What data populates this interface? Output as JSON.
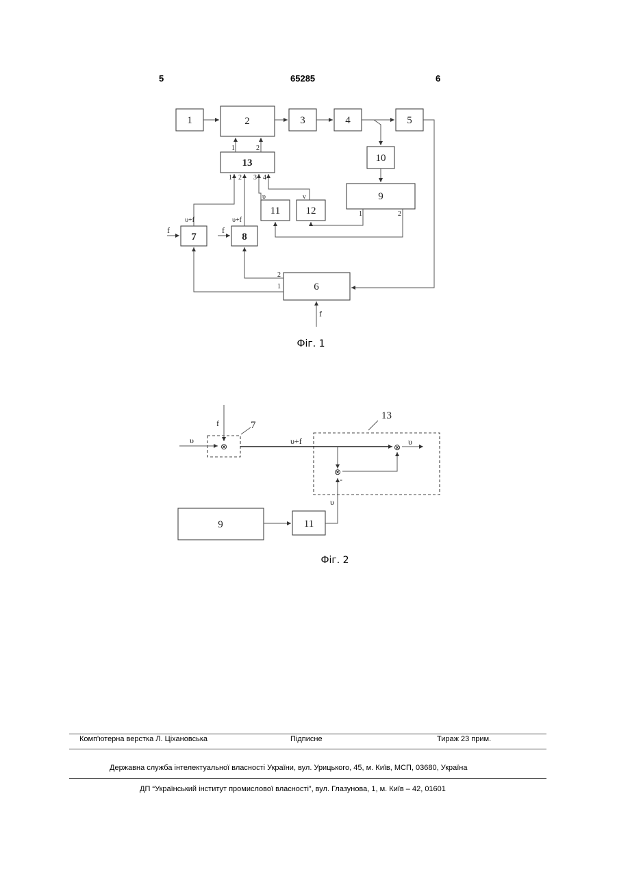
{
  "header": {
    "page_left": "5",
    "patent_number": "65285",
    "page_right": "6"
  },
  "figure1": {
    "caption": "Фіг. 1",
    "blocks": [
      "1",
      "2",
      "3",
      "4",
      "5",
      "6",
      "7",
      "8",
      "9",
      "10",
      "11",
      "12",
      "13"
    ],
    "labels": {
      "in13_1": "1",
      "in13_2": "2",
      "in13_3": "3",
      "in13_4": "4",
      "out13_1": "1",
      "out13_2": "2",
      "v_11": "υ",
      "v_12": "ν",
      "vf_7": "υ+f",
      "vf_8": "υ+f",
      "f_7": "f",
      "f_8": "f",
      "f_6": "f",
      "out9_1": "1",
      "out9_2": "2",
      "out6_1": "1",
      "out6_2": "2"
    }
  },
  "figure2": {
    "caption": "Фіг. 2",
    "blocks": {
      "b7": "7",
      "b13": "13",
      "b9": "9",
      "b11": "11"
    },
    "labels": {
      "v_in": "υ",
      "f_in": "f",
      "vf": "υ+f",
      "v_out": "υ",
      "v_11": "υ",
      "minus": "-",
      "mult": "⊗"
    }
  },
  "footer": {
    "layout": "Комп'ютерна верстка Л. Ціхановська",
    "signed": "Підписне",
    "print_run": "Тираж 23 прим.",
    "agency": "Державна служба інтелектуальної власності України, вул. Урицького, 45, м. Київ, МСП, 03680, Україна",
    "institute": "ДП “Український інститут промислової власності”, вул. Глазунова, 1, м. Київ – 42, 01601"
  }
}
